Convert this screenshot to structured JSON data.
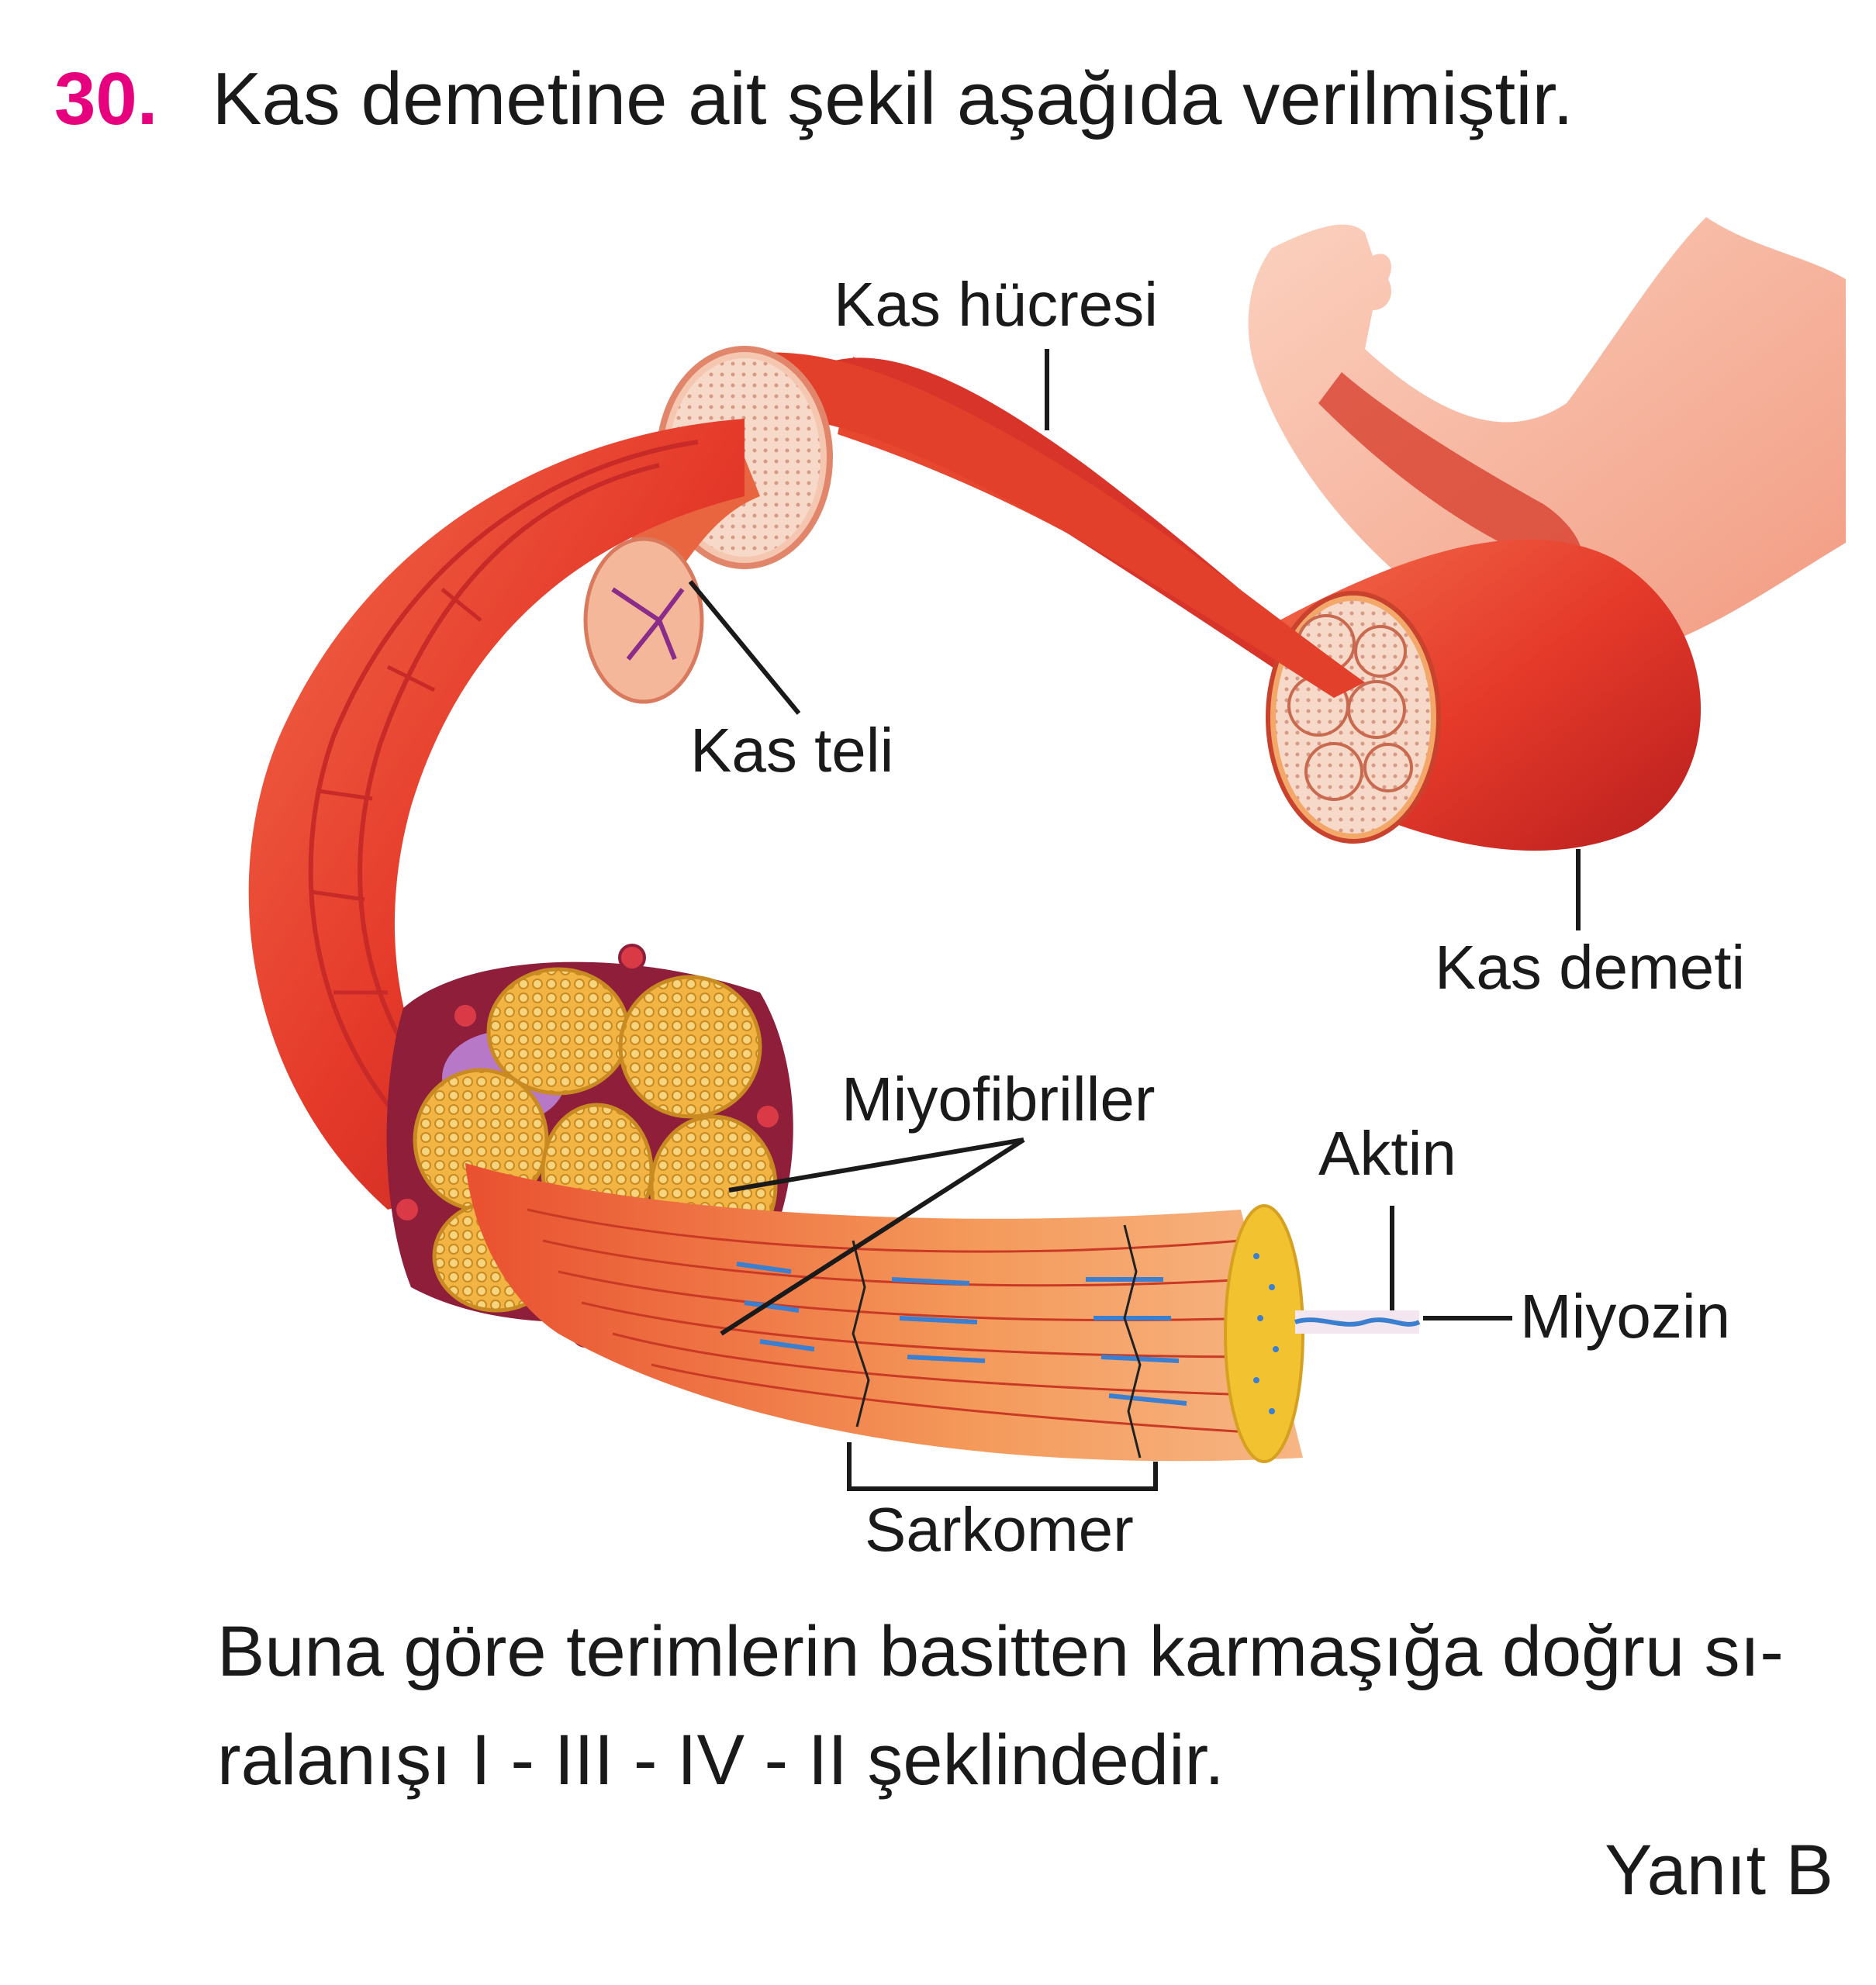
{
  "question": {
    "number": "30.",
    "text": "Kas demetine ait şekil aşağıda verilmiştir."
  },
  "figure": {
    "labels": {
      "kas_hucresi": "Kas hücresi",
      "kas_teli": "Kas teli",
      "kas_demeti": "Kas demeti",
      "miyofibriller": "Miyofibriller",
      "aktin": "Aktin",
      "miyozin": "Miyozin",
      "sarkomer": "Sarkomer"
    },
    "colors": {
      "muscle_red": "#e53a2a",
      "muscle_dark": "#b81e1e",
      "fascicle_fill": "#f3a86a",
      "fibril_yellow": "#f2b443",
      "filament_blue": "#3a7fd0",
      "skin": "#f6b39b"
    }
  },
  "explanation": {
    "line1": "Buna göre terimlerin basitten karmaşığa doğru sı-",
    "line2": "ralanışı I - III - IV - II şeklindedir."
  },
  "answer": "Yanıt B"
}
